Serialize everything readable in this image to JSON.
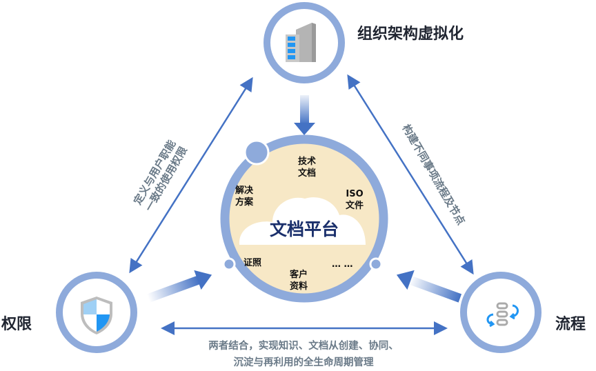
{
  "nodes": {
    "top": {
      "label": "组织架构虚拟化",
      "icon": "building-icon"
    },
    "left": {
      "label": "权限",
      "icon": "shield-icon"
    },
    "right": {
      "label": "流程",
      "icon": "workflow-icon"
    }
  },
  "edges": {
    "left_edge_lines": [
      "定义与用户职能",
      "一致的使用权限"
    ],
    "right_edge_text": "构建不同事项流程及节点",
    "bottom_lines": [
      "两者结合，实现知识、文档从创建、协同、",
      "沉淀与再利用的全生命周期管理"
    ]
  },
  "center": {
    "title": "文档平台",
    "categories": {
      "tech_docs": [
        "技术",
        "文档"
      ],
      "solutions": [
        "解决",
        "方案"
      ],
      "iso_files": [
        "ISO",
        "文件"
      ],
      "certificates": [
        "证照"
      ],
      "customer_data": [
        "客户",
        "资料"
      ],
      "more": "… …"
    }
  },
  "colors": {
    "ring": "#8eaadb",
    "fill": "#f7e8c6",
    "arrow": "#4472c4",
    "icon_blue": "#2196f3",
    "icon_gray": "#b0b0b0"
  }
}
